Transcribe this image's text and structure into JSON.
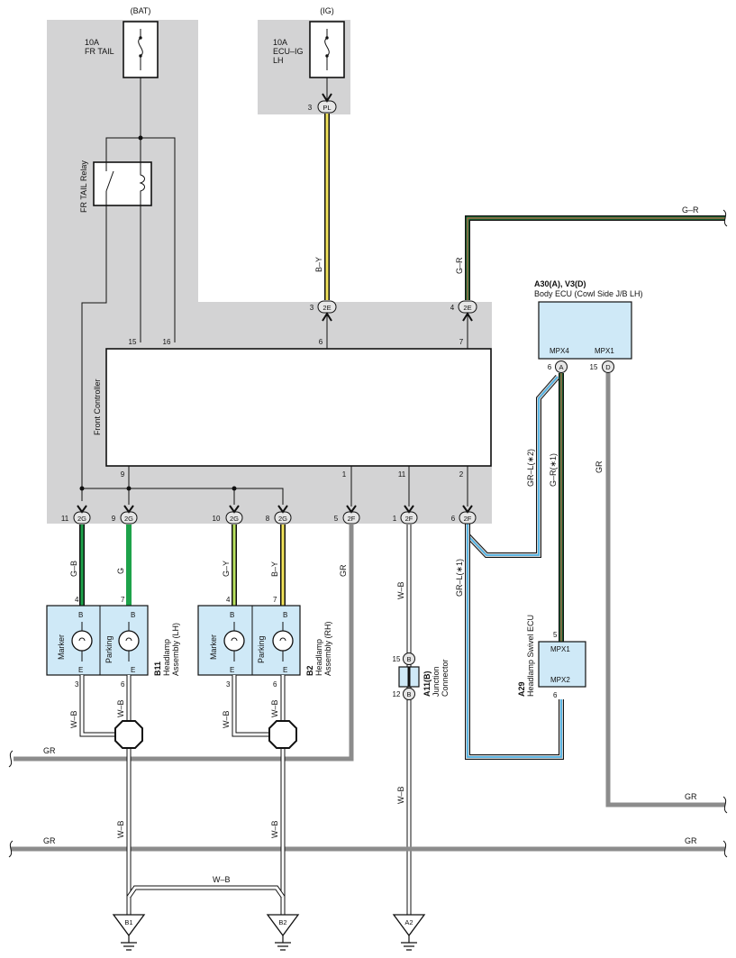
{
  "colors": {
    "background": "#ffffff",
    "shade": "#d3d3d4",
    "component_fill": "#cfe9f7",
    "gray_wire": "#8c8c8c",
    "green": "#1da24a",
    "yellow": "#f2e35b",
    "light_green": "#b8e25e",
    "blue": "#4db3e6",
    "red": "#e0393e",
    "black": "#111111"
  },
  "power": {
    "bat_label": "(BAT)",
    "ig_label": "(IG)",
    "fuse_fr_tail": [
      "10A",
      "FR TAIL"
    ],
    "fuse_ecu_ig": [
      "10A",
      "ECU–IG",
      "LH"
    ]
  },
  "relay": {
    "label": "FR TAIL Relay"
  },
  "front_controller": {
    "label": "Front Controller",
    "top_pins": [
      "15",
      "16",
      "6",
      "7"
    ],
    "bottom_pins": [
      "9",
      "1",
      "11",
      "2"
    ]
  },
  "connectors": {
    "pl": {
      "id": "PL",
      "pin": "3"
    },
    "e2_a": {
      "id": "2E",
      "pin": "3"
    },
    "e2_b": {
      "id": "2E",
      "pin": "4"
    },
    "g2_1": {
      "id": "2G",
      "pin": "11"
    },
    "g2_2": {
      "id": "2G",
      "pin": "9"
    },
    "g2_3": {
      "id": "2G",
      "pin": "10"
    },
    "g2_4": {
      "id": "2G",
      "pin": "8"
    },
    "f2_1": {
      "id": "2F",
      "pin": "5"
    },
    "f2_2": {
      "id": "2F",
      "pin": "1"
    },
    "f2_3": {
      "id": "2F",
      "pin": "6"
    }
  },
  "wires": {
    "b_y": "B–Y",
    "g_r": "G–R",
    "g_b": "G–B",
    "g": "G",
    "g_y": "G–Y",
    "gr": "GR",
    "w_b": "W–B",
    "gr_l_2": "GR–L(∗2)",
    "gr_r_1": "G–R(∗1)",
    "gr_l_1": "GR–L(∗1)"
  },
  "body_ecu": {
    "code": "A30(A), V3(D)",
    "name": "Body ECU (Cowl Side J/B LH)",
    "pin_mpx4": "MPX4",
    "pin_mpx1": "MPX1",
    "conn_a": "A",
    "conn_d": "D",
    "num_a": "6",
    "num_d": "15"
  },
  "headlamp_lh": {
    "code": "B11",
    "name": [
      "Headlamp",
      "Assembly (LH)"
    ],
    "marker": "Marker",
    "parking": "Parking",
    "b": "B",
    "e": "E",
    "pins_top": [
      "4",
      "7"
    ],
    "pins_bottom": [
      "3",
      "6"
    ]
  },
  "headlamp_rh": {
    "code": "B2",
    "name": [
      "Headlamp",
      "Assembly (RH)"
    ],
    "marker": "Marker",
    "parking": "Parking",
    "b": "B",
    "e": "E",
    "pins_top": [
      "4",
      "7"
    ],
    "pins_bottom": [
      "3",
      "6"
    ]
  },
  "junction": {
    "code": "A11(B)",
    "name": [
      "Junction",
      "Connector"
    ],
    "conn": "B",
    "pin_top": "15",
    "pin_bottom": "12"
  },
  "swivel_ecu": {
    "code": "A29",
    "name": "Headlamp Swivel ECU",
    "mpx1": "MPX1",
    "mpx2": "MPX2",
    "pin_top": "5",
    "pin_bottom": "6"
  },
  "grounds": [
    "B1",
    "B2",
    "A2"
  ]
}
